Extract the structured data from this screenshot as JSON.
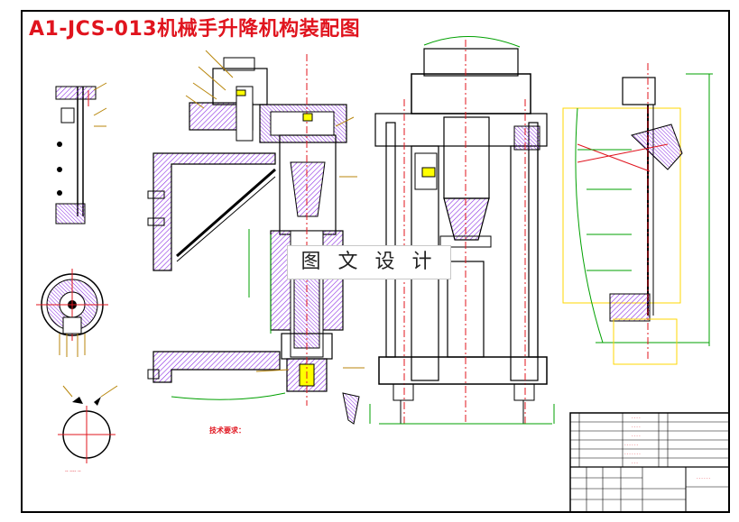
{
  "title": "A1-JCS-013机械手升降机构装配图",
  "watermark": "图 文 设 计",
  "tech_requirements": {
    "title": "技术要求："
  },
  "colors": {
    "title": "#e0141e",
    "outline": "#000000",
    "hatch": "#8a2be2",
    "dim": "#00a000",
    "centerline": "#e0141e",
    "highlight": "#ffff00",
    "annotation": "#b8860b"
  }
}
